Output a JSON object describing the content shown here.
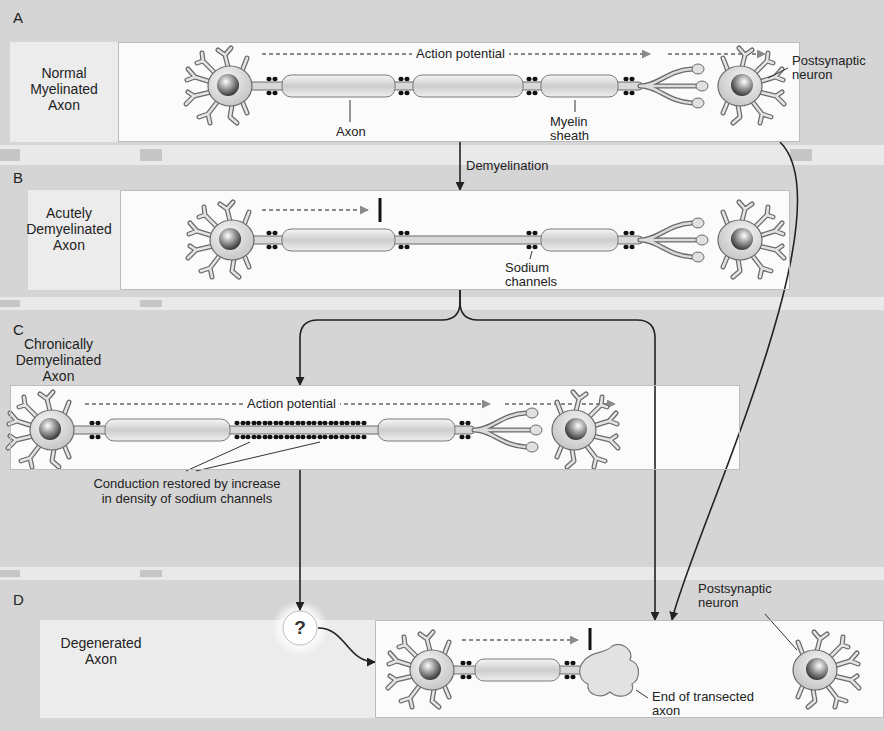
{
  "diagram": {
    "nodes": [
      {
        "text": [
          "A",
          "Normal Myelinated Axon"
        ]
      },
      {
        "text": [
          "B",
          "Acutely Demyelinated Axon"
        ]
      },
      {
        "text": [
          "C",
          "Chronically Demyelinated Axon"
        ]
      },
      {
        "text": [
          "D",
          "Degenerated Axon"
        ]
      },
      {
        "text": [
          "?"
        ]
      }
    ],
    "edges": [
      {
        "from": 0,
        "to": 1,
        "arrow": "to",
        "label": "Demyelination"
      },
      {
        "from": 1,
        "to": 2,
        "arrow": "to"
      },
      {
        "from": 1,
        "to": 3,
        "arrow": "to"
      },
      {
        "from": 0,
        "to": 3,
        "arrow": "to"
      },
      {
        "from": 2,
        "to": 4,
        "arrow": "to"
      },
      {
        "from": 4,
        "to": 3,
        "arrow": "to"
      }
    ],
    "labels": [
      "Action potential",
      "Postsynaptic neuron",
      "Axon",
      "Myelin sheath",
      "Sodium channels",
      "Action potential",
      "Conduction restored by increase in density of sodium channels",
      "Postsynaptic neuron",
      "End of transected axon"
    ]
  }
}
